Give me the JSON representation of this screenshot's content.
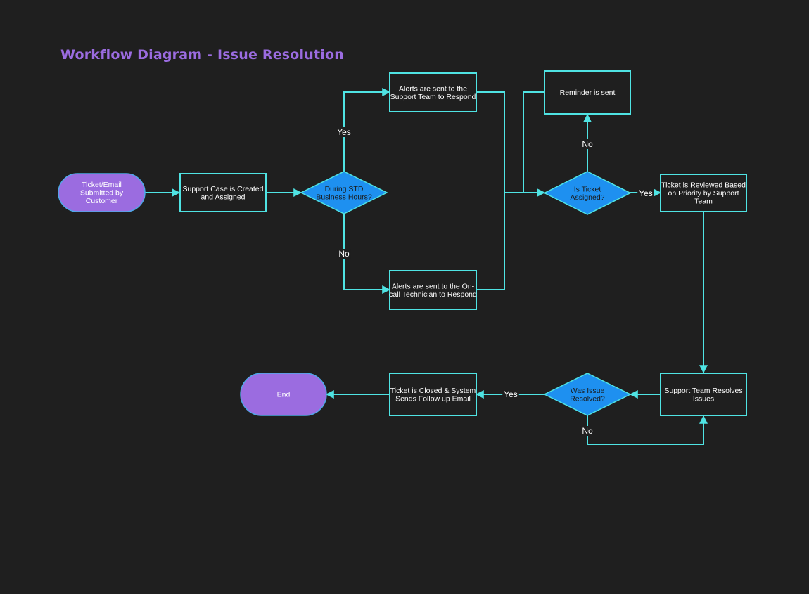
{
  "title": "Workflow Diagram - Issue Resolution",
  "colors": {
    "background": "#1f1f1f",
    "title": "#9b6ce0",
    "edge": "#4fe3e3",
    "box_fill": "#1f1f1f",
    "box_stroke": "#4fe3e3",
    "decision_fill": "#1e90f0",
    "decision_stroke": "#4fe3e3",
    "terminal_fill": "#9b6ce0",
    "terminal_stroke": "#4fa8e8",
    "node_text": "#ffffff",
    "decision_text": "#1a1a1a",
    "edge_label": "#ffffff"
  },
  "nodes": {
    "start": {
      "lines": [
        "Ticket/Email",
        "Submitted by",
        "Customer"
      ]
    },
    "case_created": {
      "lines": [
        "Support Case is Created",
        "and Assigned"
      ]
    },
    "std_hours": {
      "lines": [
        "During STD",
        "Business Hours?"
      ]
    },
    "alert_support": {
      "lines": [
        "Alerts are sent to the",
        "Support Team to Respond"
      ]
    },
    "alert_oncall": {
      "lines": [
        "Alerts are sent to the On-",
        "call Technician to Respond"
      ]
    },
    "reminder": {
      "lines": [
        "Reminder is sent"
      ]
    },
    "ticket_assigned": {
      "lines": [
        "Is Ticket",
        "Assigned?"
      ]
    },
    "ticket_reviewed": {
      "lines": [
        "Ticket is Reviewed Based",
        "on Priority by Support",
        "Team"
      ]
    },
    "team_resolves": {
      "lines": [
        "Support Team Resolves",
        "Issues"
      ]
    },
    "issue_resolved": {
      "lines": [
        "Was Issue",
        "Resolved?"
      ]
    },
    "ticket_closed": {
      "lines": [
        "Ticket is Closed & System",
        "Sends Follow up Email"
      ]
    },
    "end": {
      "lines": [
        "End"
      ]
    }
  },
  "edge_labels": {
    "std_yes": "Yes",
    "std_no": "No",
    "assigned_no": "No",
    "assigned_yes": "Yes",
    "resolved_yes": "Yes",
    "resolved_no": "No"
  }
}
